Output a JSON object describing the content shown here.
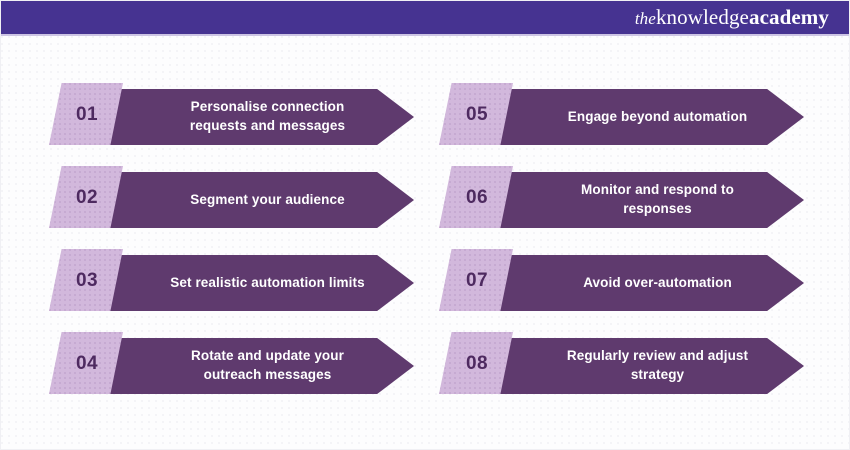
{
  "header": {
    "brand_the": "the",
    "brand_knowledge": "knowledge",
    "brand_academy": "academy",
    "background_color": "#463391"
  },
  "theme": {
    "header_purple": "#463391",
    "arrow_purple": "#5f3a6e",
    "badge_lavender": "#d2b8dc",
    "badge_number_color": "#4e2a60",
    "page_background": "#fdfdfe",
    "label_color": "#ffffff"
  },
  "items": [
    {
      "number": "01",
      "label": "Personalise connection requests and messages"
    },
    {
      "number": "02",
      "label": "Segment your audience"
    },
    {
      "number": "03",
      "label": "Set realistic automation limits"
    },
    {
      "number": "04",
      "label": "Rotate and update your outreach messages"
    },
    {
      "number": "05",
      "label": "Engage beyond automation"
    },
    {
      "number": "06",
      "label": "Monitor and respond to responses"
    },
    {
      "number": "07",
      "label": "Avoid over-automation"
    },
    {
      "number": "08",
      "label": "Regularly review and adjust strategy"
    }
  ]
}
